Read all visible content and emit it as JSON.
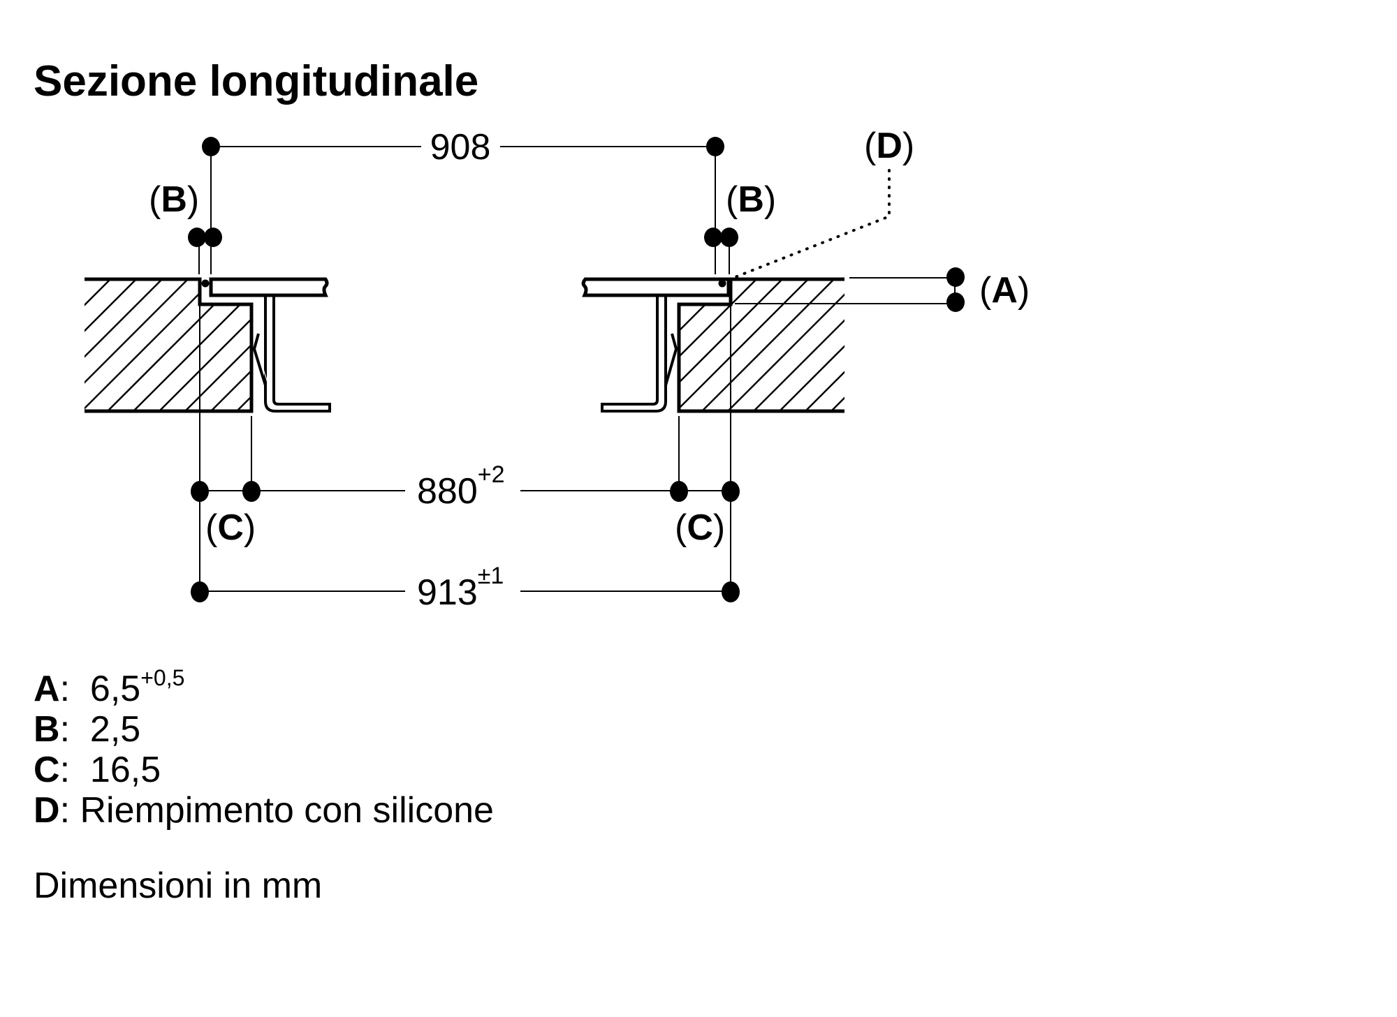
{
  "title": "Sezione longitudinale",
  "dimensions": {
    "top_width": {
      "value": "908"
    },
    "cutout_inner": {
      "value": "880",
      "tolerance": "+2"
    },
    "cutout_outer": {
      "value": "913",
      "tolerance": "±1"
    }
  },
  "callouts": {
    "b_left": "(B)",
    "b_right": "(B)",
    "a": "(A)",
    "c_left": "(C)",
    "c_right": "(C)",
    "d": "(D)",
    "b_letter": "B",
    "a_letter": "A",
    "c_letter": "C",
    "d_letter": "D"
  },
  "legend": [
    {
      "key": "A",
      "sep": ":",
      "value": "6,5",
      "tolerance": "+0,5"
    },
    {
      "key": "B",
      "sep": ":",
      "value": "2,5",
      "tolerance": ""
    },
    {
      "key": "C",
      "sep": ":",
      "value": "16,5",
      "tolerance": ""
    },
    {
      "key": "D",
      "sep": ":",
      "value": "Riempimento con silicone",
      "tolerance": ""
    }
  ],
  "units_note": "Dimensioni in mm",
  "colors": {
    "ink": "#000000",
    "background": "#ffffff"
  }
}
